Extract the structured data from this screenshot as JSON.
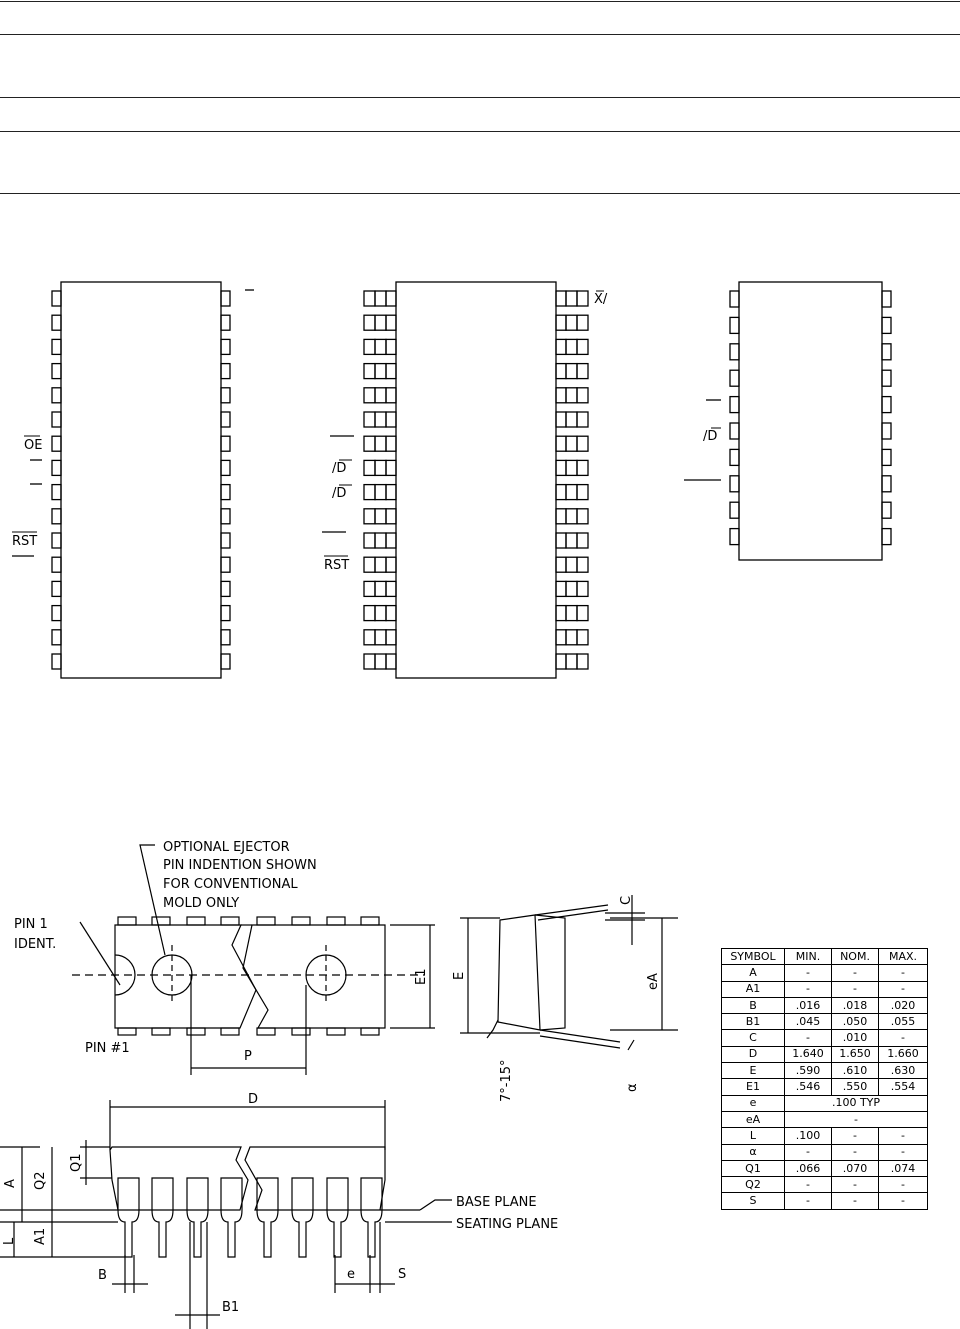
{
  "pinouts": {
    "left": {
      "labels": [
        "OE",
        "RST"
      ]
    },
    "middle": {
      "labels": [
        "X/",
        "/D",
        "/D",
        "RST"
      ]
    },
    "right": {
      "labels": [
        "/D"
      ]
    }
  },
  "drawing": {
    "callout_ejector": [
      "OPTIONAL EJECTOR",
      "PIN INDENTION SHOWN",
      "FOR CONVENTIONAL",
      "MOLD ONLY"
    ],
    "pin1_ident": [
      "PIN 1",
      "IDENT."
    ],
    "pin1_label": "PIN #1",
    "dims": {
      "P": "P",
      "E1": "E1",
      "E": "E",
      "eA": "eA",
      "C": "C",
      "angle": "7°-15°",
      "alpha": "α",
      "D": "D",
      "Q1": "Q1",
      "Q2": "Q2",
      "A": "A",
      "A1": "A1",
      "L": "L",
      "B": "B",
      "B1": "B1",
      "e": "e",
      "S": "S"
    },
    "base_plane": "BASE PLANE",
    "seating_plane": "SEATING PLANE"
  },
  "dimension_table": {
    "headers": [
      "SYMBOL",
      "MIN.",
      "NOM.",
      "MAX."
    ],
    "rows": [
      [
        "A",
        "-",
        "-",
        "-"
      ],
      [
        "A1",
        "-",
        "-",
        "-"
      ],
      [
        "B",
        ".016",
        ".018",
        ".020"
      ],
      [
        "B1",
        ".045",
        ".050",
        ".055"
      ],
      [
        "C",
        "-",
        ".010",
        "-"
      ],
      [
        "D",
        "1.640",
        "1.650",
        "1.660"
      ],
      [
        "E",
        ".590",
        ".610",
        ".630"
      ],
      [
        "E1",
        ".546",
        ".550",
        ".554"
      ],
      [
        "e",
        ".100 TYP"
      ],
      [
        "eA",
        "-"
      ],
      [
        "L",
        ".100",
        "-",
        "-"
      ],
      [
        "α",
        "-",
        "-",
        "-"
      ],
      [
        "Q1",
        ".066",
        ".070",
        ".074"
      ],
      [
        "Q2",
        "-",
        "-",
        "-"
      ],
      [
        "S",
        "-",
        "-",
        "-"
      ]
    ]
  }
}
